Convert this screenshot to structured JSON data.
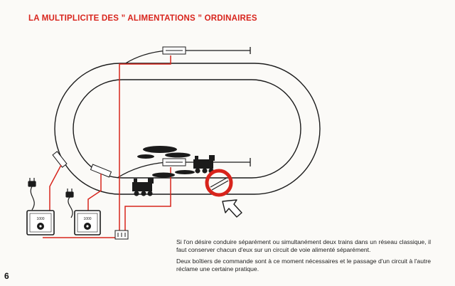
{
  "colors": {
    "accent": "#d8241c",
    "ink": "#1b1b1b",
    "paper": "#fbfaf7"
  },
  "header": {
    "title": "LA  MULTIPLICITE  DES  ” ALIMENTATIONS ”  ORDINAIRES"
  },
  "diagram": {
    "controller_1": {
      "label": "1000"
    },
    "controller_2": {
      "label": "1000"
    },
    "icons": [
      "oval-track",
      "steam-locomotive",
      "steam-locomotive",
      "power-controller",
      "power-controller",
      "power-plug",
      "power-plug",
      "arrow-outline-icon",
      "circle-highlight"
    ]
  },
  "body": {
    "paragraph_1": "Si l'on désire conduire séparément ou simultanément deux trains dans un réseau classique, il faut conserver chacun d'eux sur un circuit de voie alimenté séparément.",
    "paragraph_2": "Deux boîtiers de commande sont à ce moment nécessaires et le passage d'un circuit à l'autre réclame une certaine pratique."
  },
  "footer": {
    "page_number": "6"
  }
}
